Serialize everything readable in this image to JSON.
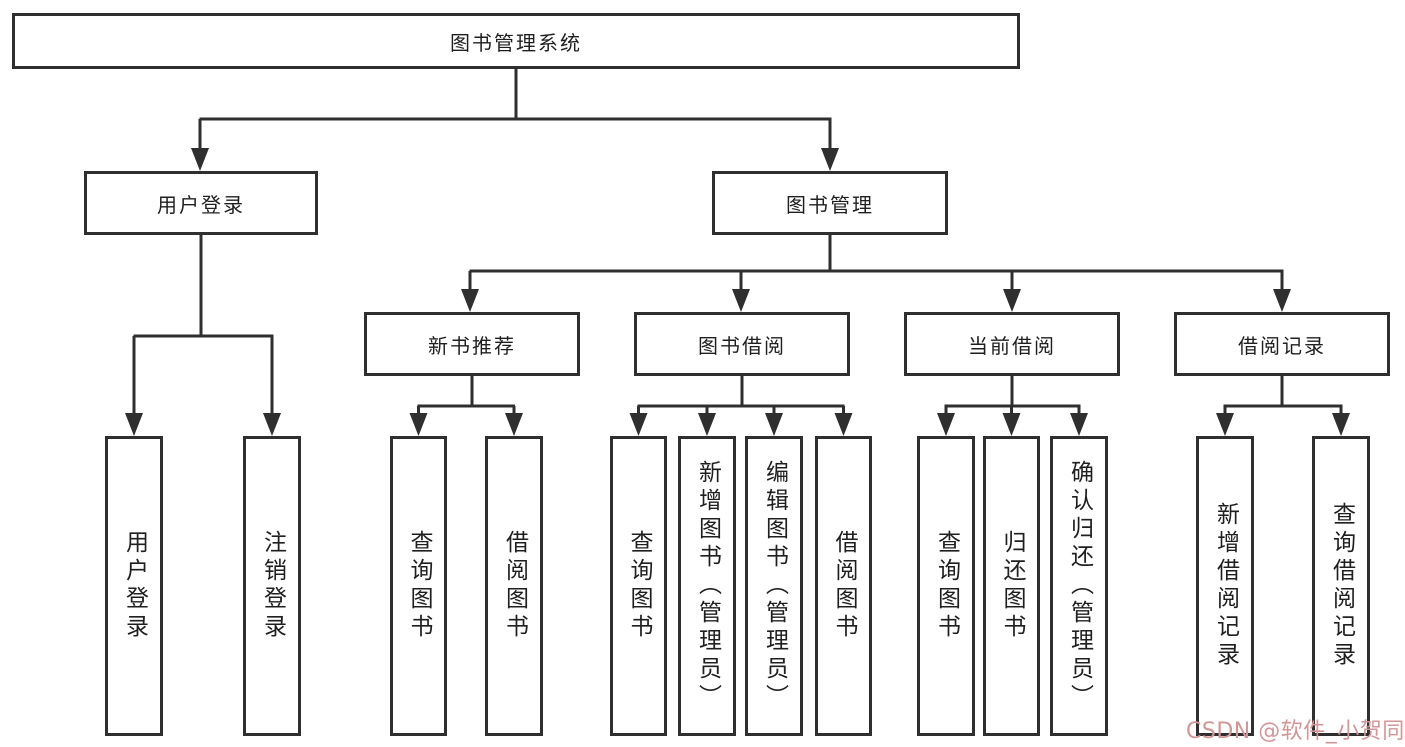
{
  "diagram": {
    "type": "tree",
    "root": {
      "label": "图书管理系统",
      "children": [
        {
          "label": "用户登录",
          "children": [
            {
              "label": "用户登录"
            },
            {
              "label": "注销登录"
            }
          ]
        },
        {
          "label": "图书管理",
          "children": [
            {
              "label": "新书推荐",
              "children": [
                {
                  "label": "查询图书"
                },
                {
                  "label": "借阅图书"
                }
              ]
            },
            {
              "label": "图书借阅",
              "children": [
                {
                  "label": "查询图书"
                },
                {
                  "label": "新增图书（管理员）"
                },
                {
                  "label": "编辑图书（管理员）"
                },
                {
                  "label": "借阅图书"
                }
              ]
            },
            {
              "label": "当前借阅",
              "children": [
                {
                  "label": "查询图书"
                },
                {
                  "label": "归还图书"
                },
                {
                  "label": "确认归还（管理员）"
                }
              ]
            },
            {
              "label": "借阅记录",
              "children": [
                {
                  "label": "新增借阅记录"
                },
                {
                  "label": "查询借阅记录"
                }
              ]
            }
          ]
        }
      ]
    }
  },
  "watermark": {
    "text": "CSDN @软件_小贺同学"
  },
  "colors": {
    "line": "#2f2f2f",
    "text": "#1f1f1f",
    "background": "#ffffff",
    "watermark": "#d19696"
  }
}
